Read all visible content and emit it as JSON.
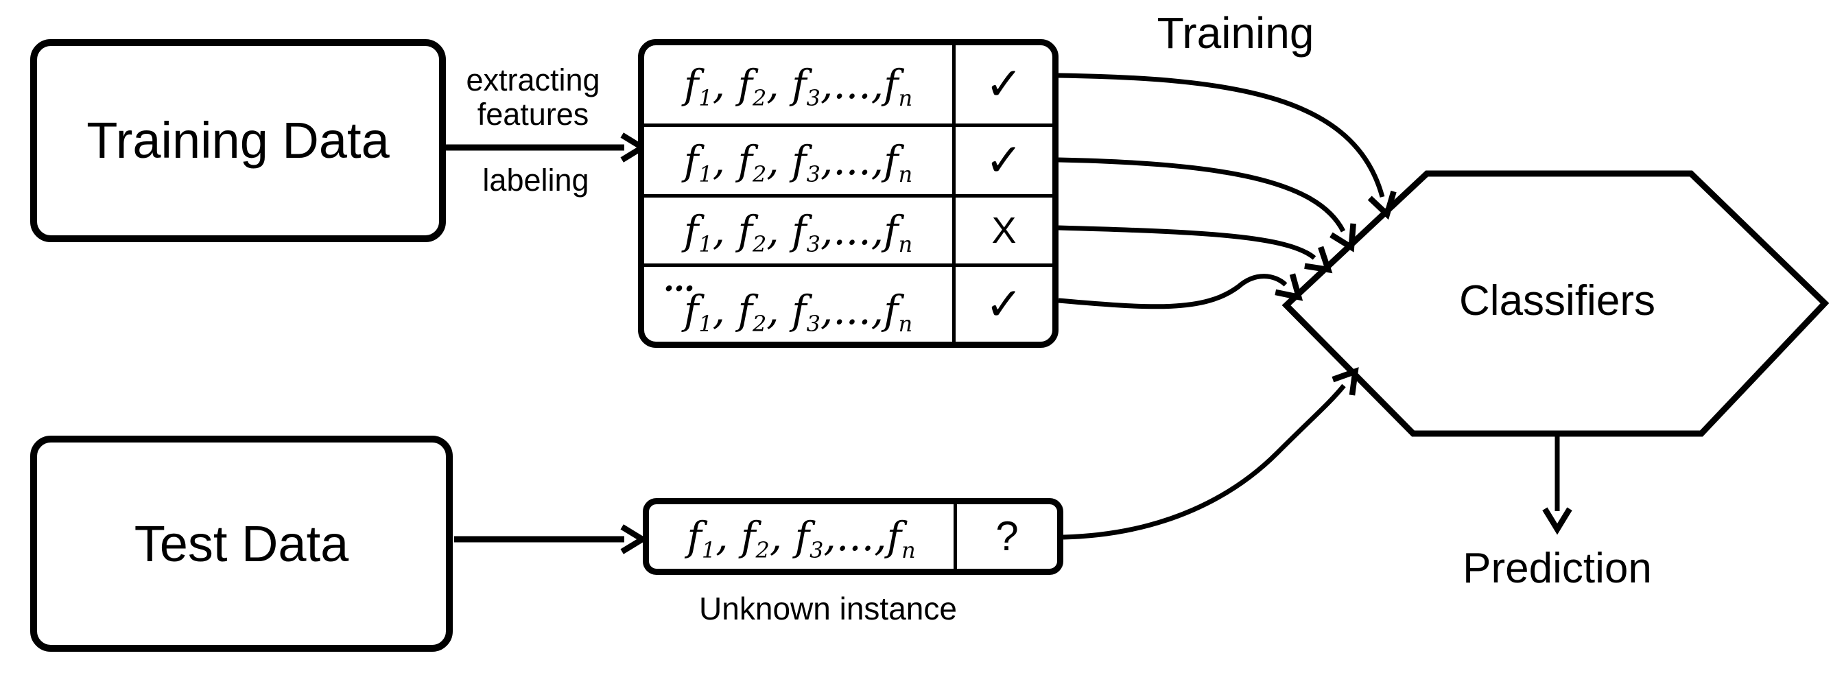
{
  "diagram": {
    "training_box_label": "Training Data",
    "test_box_label": "Test Data",
    "extract_label_line1": "extracting",
    "extract_label_line2": "features",
    "labeling_label": "labeling",
    "training_flow_label": "Training",
    "classifiers_label": "Classifiers",
    "prediction_label": "Prediction",
    "unknown_instance_label": "Unknown instance",
    "row_ellipsis": "…",
    "feature_parts": [
      [
        "f",
        "1"
      ],
      [
        ", f",
        "2"
      ],
      [
        ", f",
        "3"
      ],
      [
        ",...,f",
        "n"
      ]
    ],
    "table_rows": [
      {
        "label": "✓"
      },
      {
        "label": "✓"
      },
      {
        "label": "X"
      },
      {
        "label": "✓"
      }
    ],
    "test_row_label": "?",
    "colors": {
      "ink": "#000000",
      "background": "#ffffff"
    }
  }
}
